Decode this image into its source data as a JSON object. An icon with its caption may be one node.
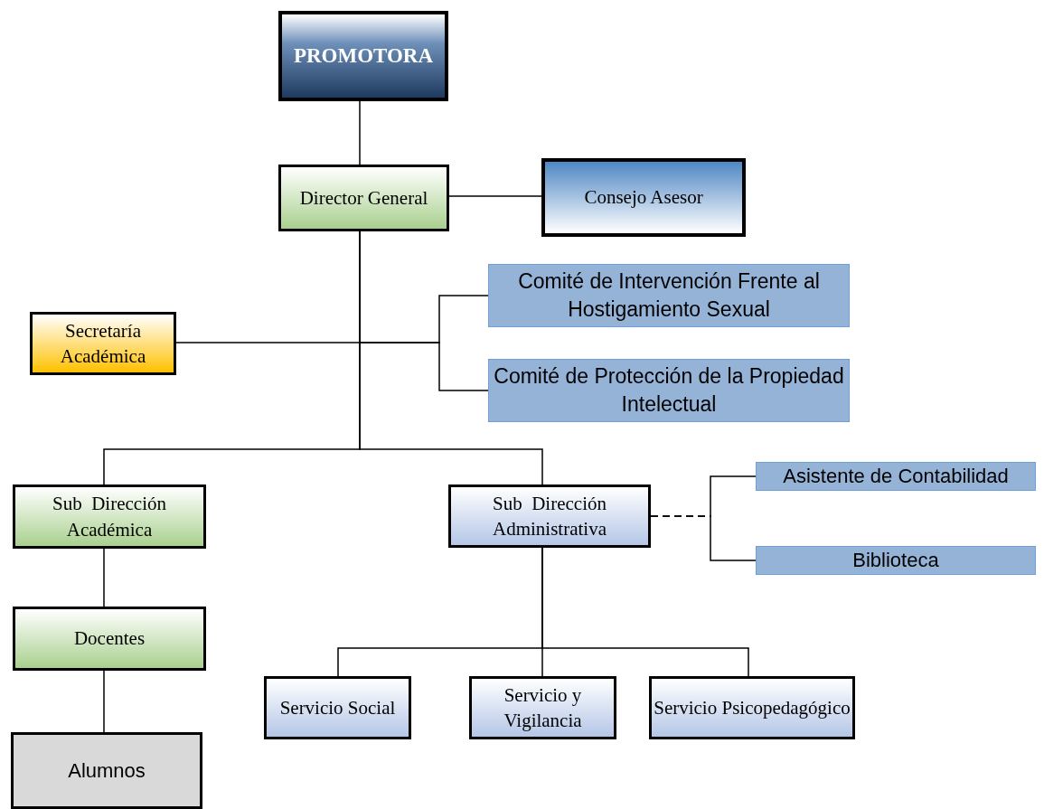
{
  "diagram": {
    "nodes": [
      {
        "text": [
          "PROMOTORA"
        ]
      },
      {
        "text": [
          "Director General"
        ]
      },
      {
        "text": [
          "Consejo Asesor"
        ]
      },
      {
        "text": [
          "Comité de Intervención Frente al Hostigamiento Sexual"
        ]
      },
      {
        "text": [
          "Secretaría Académica"
        ]
      },
      {
        "text": [
          "Comité de Protección de la Propiedad Intelectual"
        ]
      },
      {
        "text": [
          "Sub  Dirección Académica"
        ]
      },
      {
        "text": [
          "Sub  Dirección Administrativa"
        ]
      },
      {
        "text": [
          "Asistente de Contabilidad"
        ]
      },
      {
        "text": [
          "Biblioteca"
        ]
      },
      {
        "text": [
          "Docentes"
        ]
      },
      {
        "text": [
          "Servicio Social"
        ]
      },
      {
        "text": [
          "Servicio y Vigilancia"
        ]
      },
      {
        "text": [
          "Servicio Psicopedagógico"
        ]
      },
      {
        "text": [
          "Alumnos"
        ]
      }
    ],
    "edges": [
      {
        "from": 0,
        "to": 1,
        "arrow": "none"
      },
      {
        "from": 1,
        "to": 2,
        "arrow": "none"
      },
      {
        "from": 1,
        "to": 4,
        "arrow": "none"
      },
      {
        "from": 1,
        "to": 3,
        "arrow": "none"
      },
      {
        "from": 1,
        "to": 5,
        "arrow": "none"
      },
      {
        "from": 1,
        "to": 6,
        "arrow": "none"
      },
      {
        "from": 1,
        "to": 7,
        "arrow": "none"
      },
      {
        "from": 7,
        "to": 8,
        "arrow": "none",
        "style": "dashed"
      },
      {
        "from": 7,
        "to": 9,
        "arrow": "none",
        "style": "dashed"
      },
      {
        "from": 6,
        "to": 10,
        "arrow": "none"
      },
      {
        "from": 10,
        "to": 14,
        "arrow": "none"
      },
      {
        "from": 7,
        "to": 11,
        "arrow": "none"
      },
      {
        "from": 7,
        "to": 12,
        "arrow": "none"
      },
      {
        "from": 7,
        "to": 13,
        "arrow": "none"
      }
    ]
  }
}
